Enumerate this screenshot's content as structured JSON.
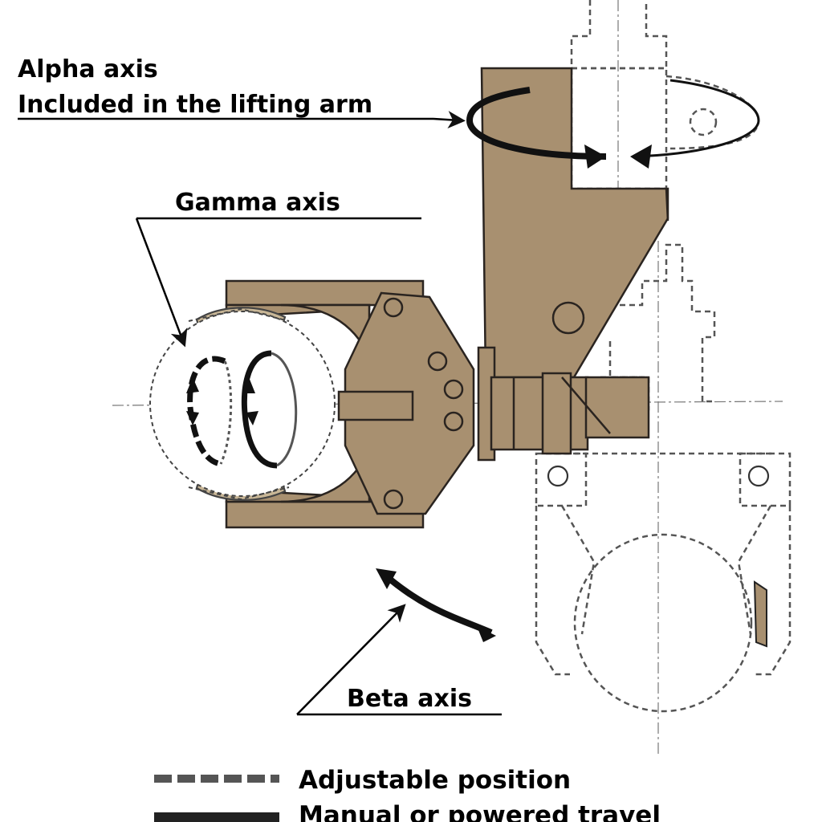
{
  "labels": {
    "alpha_line1": "Alpha axis",
    "alpha_line2": "Included in the lifting arm",
    "gamma": "Gamma axis",
    "beta": "Beta axis"
  },
  "legend": {
    "dashed_label": "Adjustable position",
    "solid_label": "Manual or powered travel"
  },
  "colors": {
    "body": "#a89070",
    "outline": "#2a2420",
    "dashed": "#6a6a6a",
    "arrow": "#1a1a1a"
  }
}
